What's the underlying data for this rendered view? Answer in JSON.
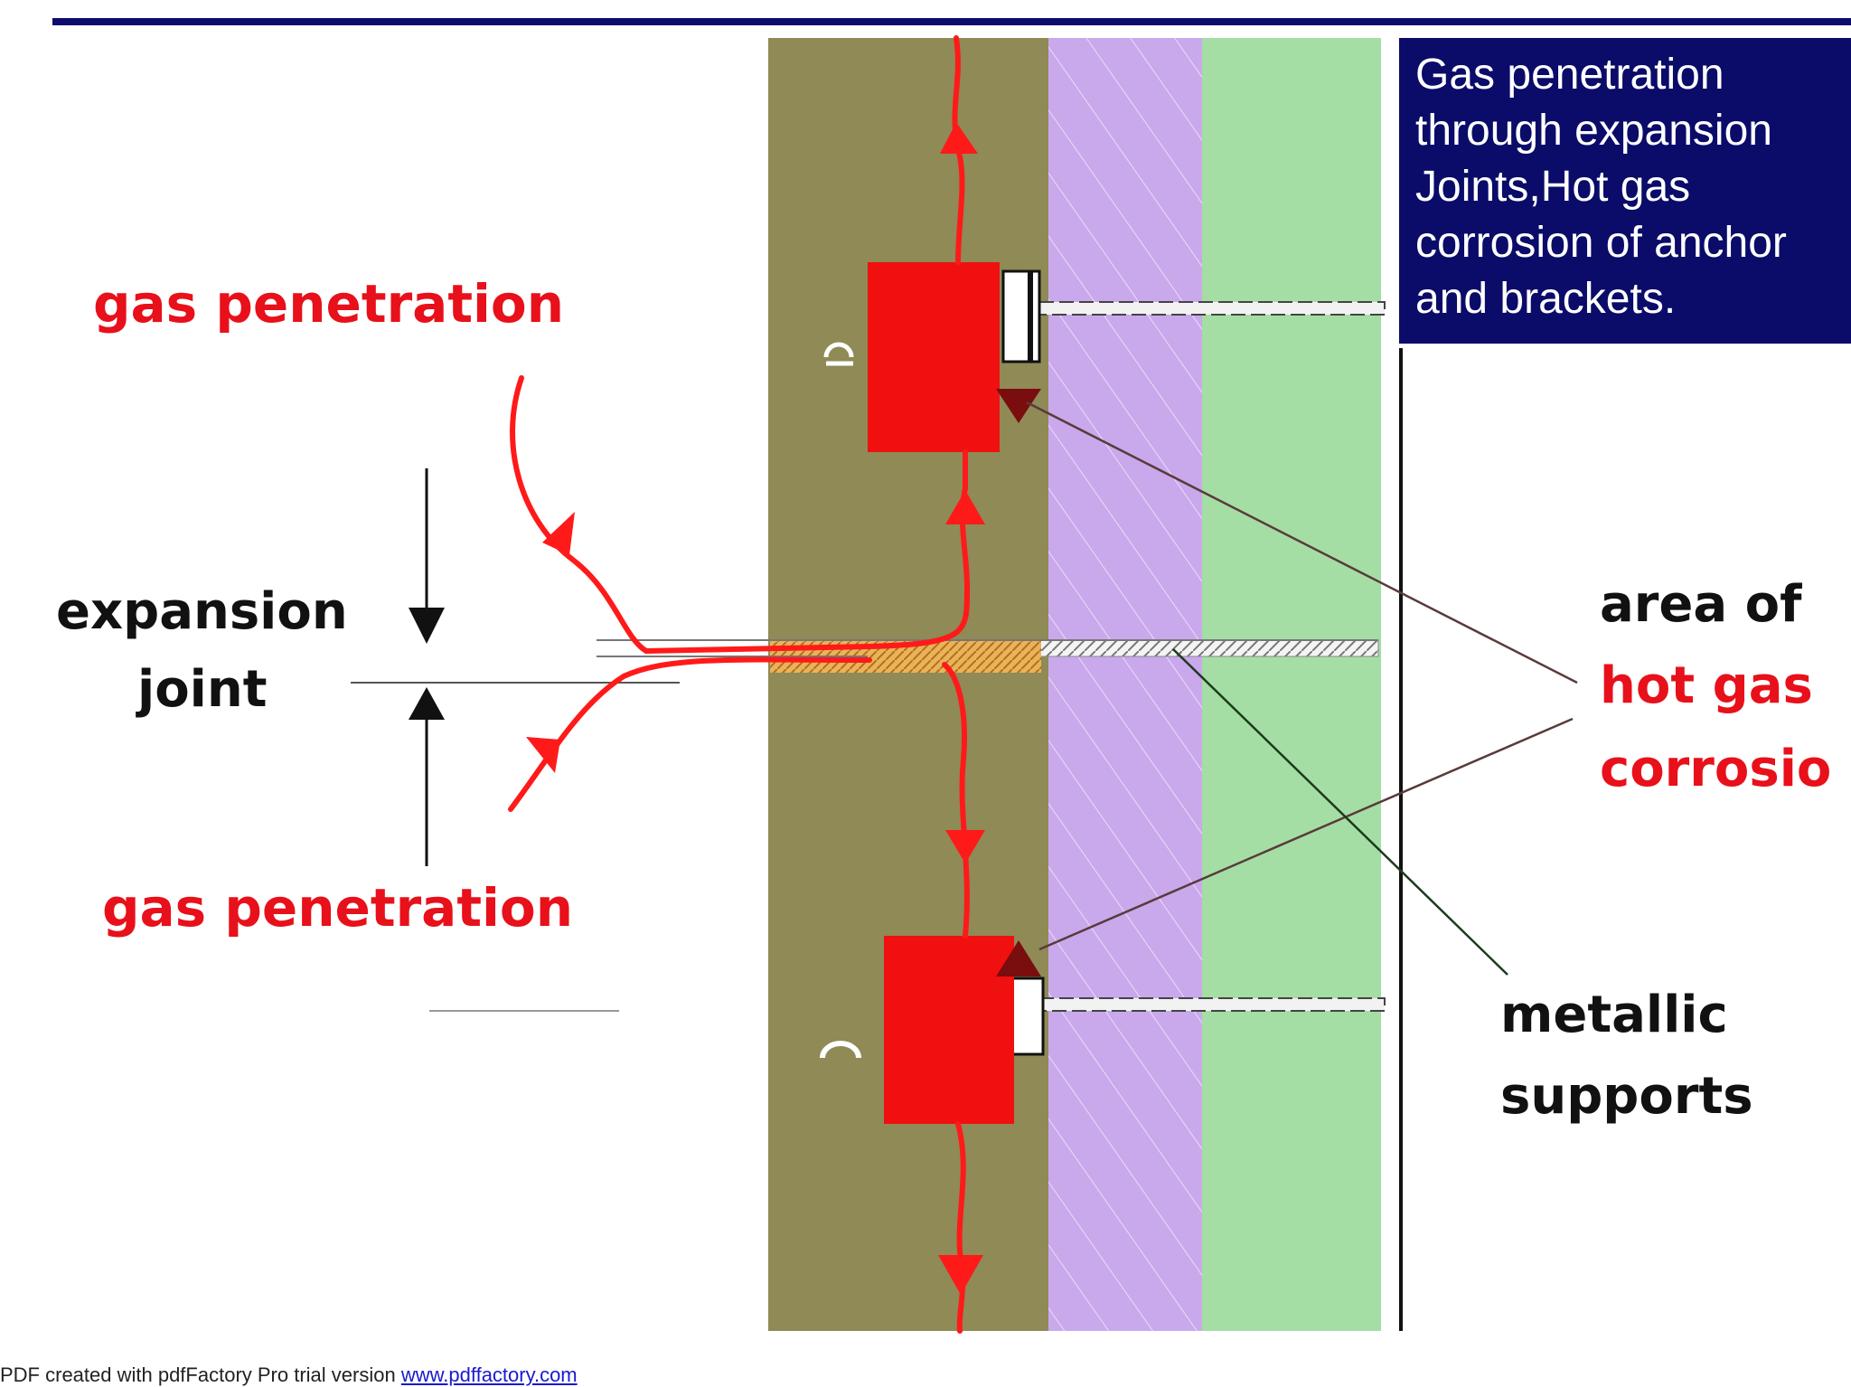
{
  "colors": {
    "concrete": "#8f8a56",
    "insulation_purple": "#c9a8ec",
    "insulation_green": "#a4dea4",
    "gas_red": "#ff1a1a",
    "anchor_red": "#f01010",
    "info_box": "#0b0b6a"
  },
  "labels": {
    "gas_penetration_top": "gas penetration",
    "gas_penetration_bottom": "gas penetration",
    "expansion": "expansion",
    "joint": "joint",
    "area_of": "area of",
    "hot_gas": "hot gas",
    "corrosion": "corrosio",
    "metallic": "metallic",
    "supports": "supports"
  },
  "info_box": {
    "text": "Gas penetration\nthrough expansion\nJoints,Hot gas\ncorrosion of anchor\nand brackets."
  },
  "footer": {
    "text": "PDF created with pdfFactory Pro trial version ",
    "link": "www.pdffactory.com"
  }
}
